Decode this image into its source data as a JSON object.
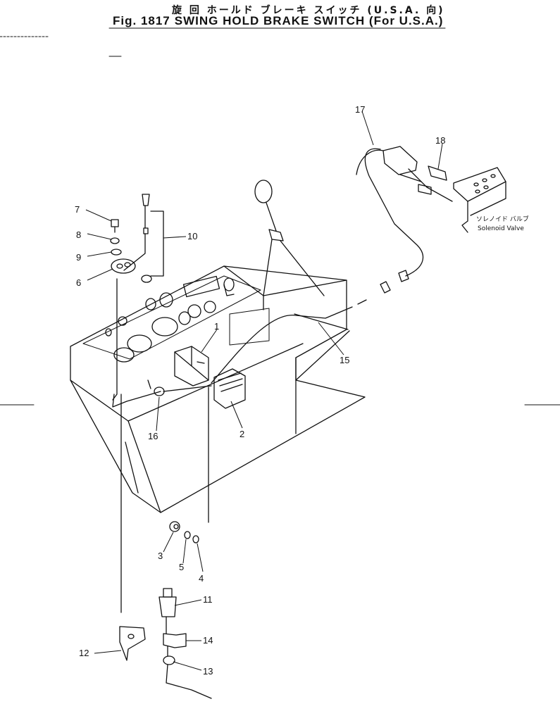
{
  "title": {
    "japanese": "旋 回 ホールド ブレーキ スイッチ (U.S.A. 向)",
    "figure_number": "Fig. 1817",
    "english": "SWING HOLD BRAKE SWITCH (For U.S.A.)"
  },
  "callouts": {
    "c1": "1",
    "c2": "2",
    "c3": "3",
    "c4": "4",
    "c5": "5",
    "c6": "6",
    "c7": "7",
    "c8": "8",
    "c9": "9",
    "c10": "10",
    "c11": "11",
    "c12": "12",
    "c13": "13",
    "c14": "14",
    "c15": "15",
    "c16": "16",
    "c17": "17",
    "c18": "18"
  },
  "solenoid_label": {
    "japanese": "ソレノイド バルブ",
    "english": "Solenoid Valve"
  }
}
